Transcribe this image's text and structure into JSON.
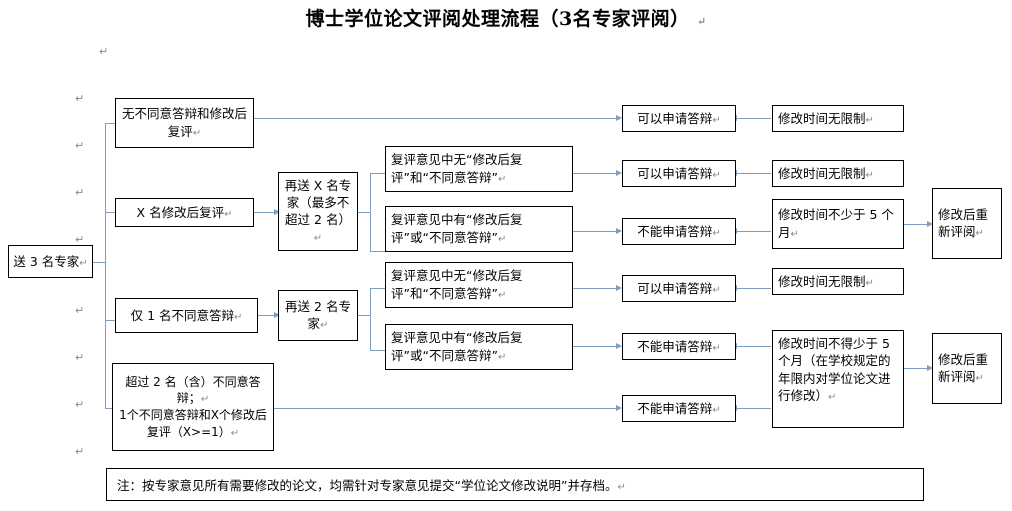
{
  "document": {
    "title": "博士学位论文评阅处理流程（3名专家评阅）",
    "eol_mark": "↵",
    "note": "注：按专家意见所有需要修改的论文，均需针对专家意见提交“学位论文修改说明”并存档。",
    "arrow_color": "#7d9ec0",
    "box_border_color": "#000000"
  },
  "flow": {
    "start": {
      "label": "送 3 名专家"
    },
    "outcomes": [
      {
        "id": "outcome-1",
        "label": "无不同意答辩和修改后复评"
      },
      {
        "id": "outcome-2",
        "label": "X 名修改后复评"
      },
      {
        "id": "outcome-3",
        "label": "仅 1 名不同意答辩"
      },
      {
        "id": "outcome-4",
        "label_line1": "超过 2 名（含）不同意答辩；",
        "label_line2": "1个不同意答辩和X个修改后复评（X>=1）"
      }
    ],
    "resend": [
      {
        "id": "resend-1",
        "label": "再送 X 名专家（最多不超过 2 名）"
      },
      {
        "id": "resend-2",
        "label": "再送 2 名专家"
      }
    ],
    "review_results": [
      {
        "id": "review-1",
        "label": "复评意见中无“修改后复评”和“不同意答辩”"
      },
      {
        "id": "review-2",
        "label": "复评意见中有“修改后复评”或“不同意答辩”"
      },
      {
        "id": "review-3",
        "label": "复评意见中无“修改后复评”和“不同意答辩”"
      },
      {
        "id": "review-4",
        "label": "复评意见中有“修改后复评”或“不同意答辩”"
      }
    ],
    "defense_status": [
      {
        "id": "defense-1",
        "label": "可以申请答辩"
      },
      {
        "id": "defense-2",
        "label": "可以申请答辩"
      },
      {
        "id": "defense-3",
        "label": "不能申请答辩"
      },
      {
        "id": "defense-4",
        "label": "可以申请答辩"
      },
      {
        "id": "defense-5",
        "label": "不能申请答辩"
      },
      {
        "id": "defense-6",
        "label": "不能申请答辩"
      }
    ],
    "revision_time": [
      {
        "id": "time-1",
        "label": "修改时间无限制"
      },
      {
        "id": "time-2",
        "label": "修改时间无限制"
      },
      {
        "id": "time-3",
        "label": "修改时间不少于 5 个月"
      },
      {
        "id": "time-4",
        "label": "修改时间无限制"
      },
      {
        "id": "time-5",
        "label": "修改时间不得少于 5 个月（在学校规定的年限内对学位论文进行修改）"
      }
    ],
    "re_review": [
      {
        "id": "rereview-1",
        "label": "修改后重新评阅"
      },
      {
        "id": "rereview-2",
        "label": "修改后重新评阅"
      }
    ]
  }
}
